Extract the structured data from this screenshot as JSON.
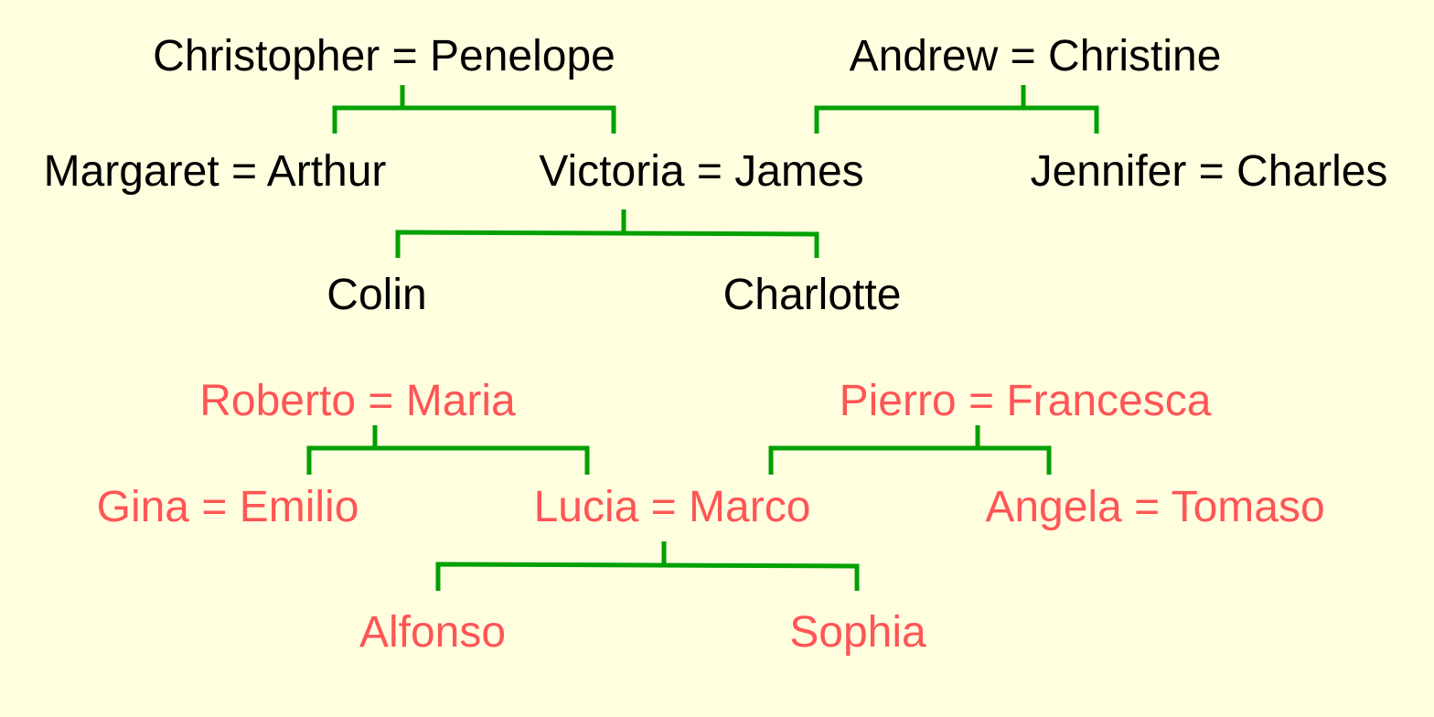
{
  "colors": {
    "background": "#ffffe0",
    "connector": "#00a000",
    "family_english": "#000000",
    "family_italian": "#ff5555"
  },
  "family_english": {
    "couple_christopher_penelope": "Christopher = Penelope",
    "couple_andrew_christine": "Andrew = Christine",
    "couple_margaret_arthur": "Margaret = Arthur",
    "couple_victoria_james": "Victoria = James",
    "couple_jennifer_charles": "Jennifer = Charles",
    "child_colin": "Colin",
    "child_charlotte": "Charlotte"
  },
  "family_italian": {
    "couple_roberto_maria": "Roberto = Maria",
    "couple_pierro_francesca": "Pierro = Francesca",
    "couple_gina_emilio": "Gina = Emilio",
    "couple_lucia_marco": "Lucia = Marco",
    "couple_angela_tomaso": "Angela = Tomaso",
    "child_alfonso": "Alfonso",
    "child_sophia": "Sophia"
  }
}
